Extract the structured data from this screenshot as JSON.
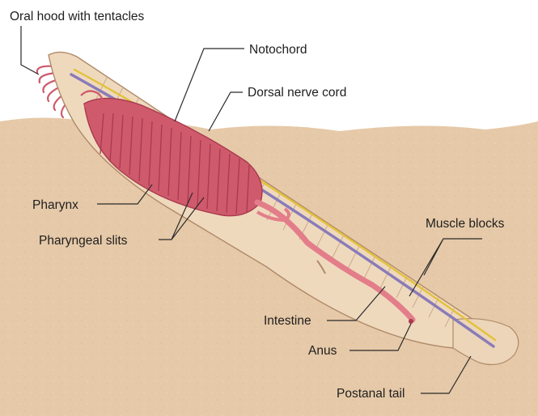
{
  "labels": {
    "oral_hood": "Oral hood with tentacles",
    "notochord": "Notochord",
    "dorsal_nerve_cord": "Dorsal nerve cord",
    "pharynx": "Pharynx",
    "pharyngeal_slits": "Pharyngeal slits",
    "muscle_blocks": "Muscle blocks",
    "intestine": "Intestine",
    "anus": "Anus",
    "postanal_tail": "Postanal tail"
  },
  "colors": {
    "background": "#ffffff",
    "sand": "#e6c9a8",
    "body": "#efd9bd",
    "muscle_lines": "#c9a98a",
    "pharynx": "#cf5a6c",
    "pharynx_dark": "#a83a4e",
    "notochord": "#8a7bb8",
    "nerve_cord": "#e2c23a",
    "intestine": "#e37d8a",
    "leader_lines": "#2a2a2a"
  }
}
